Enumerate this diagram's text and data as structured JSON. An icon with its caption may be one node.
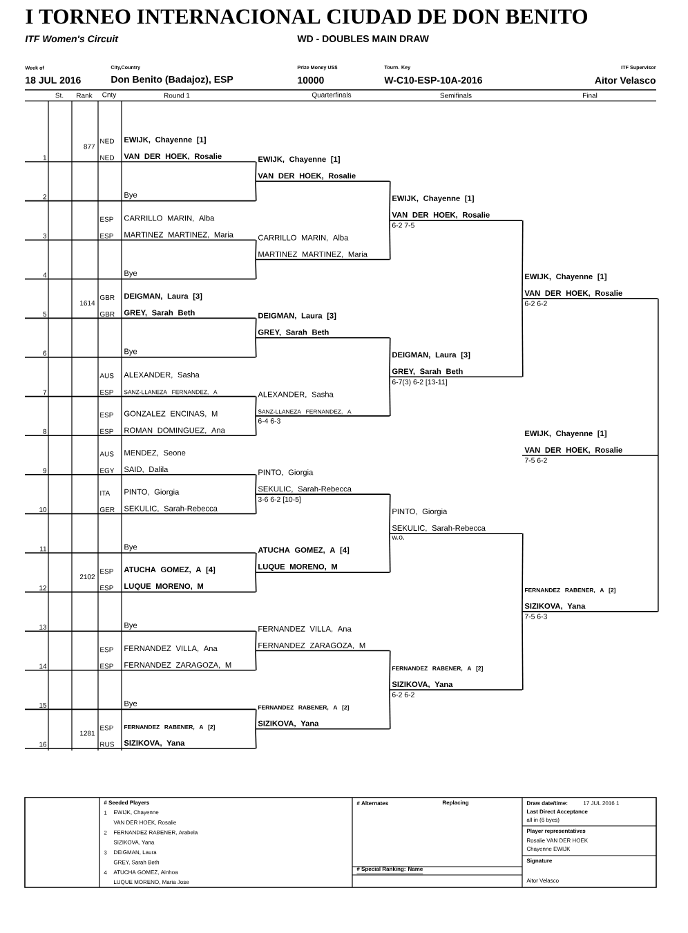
{
  "diagram": {
    "title": "I TORNEO INTERNACIONAL CIUDAD DE DON BENITO",
    "nodes": [
      {
        "text": [
          "EWIJK, Chayenne [1]",
          "VAN DER HOEK, Rosalie"
        ],
        "beside": [
          "877",
          "NED",
          "NED"
        ]
      },
      {
        "text": [
          "Bye"
        ]
      },
      {
        "text": [
          "CARRILLO MARIN, Alba",
          "MARTINEZ MARTINEZ, Maria"
        ],
        "beside": [
          "ESP",
          "ESP"
        ]
      },
      {
        "text": [
          "Bye"
        ]
      },
      {
        "text": [
          "DEIGMAN, Laura [3]",
          "GREY, Sarah Beth"
        ],
        "beside": [
          "1614",
          "GBR",
          "GBR"
        ]
      },
      {
        "text": [
          "Bye"
        ]
      },
      {
        "text": [
          "ALEXANDER, Sasha",
          "SANZ-LLANEZA FERNANDEZ, A"
        ],
        "beside": [
          "AUS",
          "ESP"
        ]
      },
      {
        "text": [
          "GONZALEZ ENCINAS, M",
          "ROMAN DOMINGUEZ, Ana"
        ],
        "beside": [
          "ESP",
          "ESP"
        ]
      },
      {
        "text": [
          "MENDEZ, Seone",
          "SAID, Dalila"
        ],
        "beside": [
          "AUS",
          "EGY"
        ]
      },
      {
        "text": [
          "PINTO, Giorgia",
          "SEKULIC, Sarah-Rebecca"
        ],
        "beside": [
          "ITA",
          "GER"
        ]
      },
      {
        "text": [
          "Bye"
        ]
      },
      {
        "text": [
          "ATUCHA GOMEZ, A [4]",
          "LUQUE MORENO, M"
        ],
        "beside": [
          "2102",
          "ESP",
          "ESP"
        ]
      },
      {
        "text": [
          "Bye"
        ]
      },
      {
        "text": [
          "FERNANDEZ VILLA, Ana",
          "FERNANDEZ ZARAGOZA, M"
        ],
        "beside": [
          "ESP",
          "ESP"
        ]
      },
      {
        "text": [
          "Bye"
        ]
      },
      {
        "text": [
          "FERNANDEZ RABENER, A [2]",
          "SIZIKOVA, Yana"
        ],
        "beside": [
          "1281",
          "ESP",
          "RUS"
        ]
      },
      {
        "text": [
          "EWIJK, Chayenne [1]",
          "VAN DER HOEK, Rosalie"
        ]
      },
      {
        "text": [
          "CARRILLO MARIN, Alba",
          "MARTINEZ MARTINEZ, Maria"
        ]
      },
      {
        "text": [
          "DEIGMAN, Laura [3]",
          "GREY, Sarah Beth"
        ]
      },
      {
        "text": [
          "ALEXANDER, Sasha",
          "SANZ-LLANEZA FERNANDEZ, A"
        ],
        "beside": [
          "6-4 6-3"
        ]
      },
      {
        "text": [
          "PINTO, Giorgia",
          "SEKULIC, Sarah-Rebecca"
        ],
        "beside": [
          "3-6 6-2 [10-5]"
        ]
      },
      {
        "text": [
          "ATUCHA GOMEZ, A [4]",
          "LUQUE MORENO, M"
        ]
      },
      {
        "text": [
          "FERNANDEZ VILLA, Ana",
          "FERNANDEZ ZARAGOZA, M"
        ]
      },
      {
        "text": [
          "FERNANDEZ RABENER, A [2]",
          "SIZIKOVA, Yana"
        ]
      },
      {
        "text": [
          "EWIJK, Chayenne [1]",
          "VAN DER HOEK, Rosalie"
        ],
        "beside": [
          "6-2 7-5"
        ]
      },
      {
        "text": [
          "DEIGMAN, Laura [3]",
          "GREY, Sarah Beth"
        ],
        "beside": [
          "6-7(3) 6-2 [13-11]"
        ]
      },
      {
        "text": [
          "PINTO, Giorgia",
          "SEKULIC, Sarah-Rebecca"
        ],
        "beside": [
          "w.o."
        ]
      },
      {
        "text": [
          "FERNANDEZ RABENER, A [2]",
          "SIZIKOVA, Yana"
        ],
        "beside": [
          "6-2 6-2"
        ]
      },
      {
        "text": [
          "EWIJK, Chayenne [1]",
          "VAN DER HOEK, Rosalie"
        ],
        "beside": [
          "6-2 6-2"
        ]
      },
      {
        "text": [
          "FERNANDEZ RABENER, A [2]",
          "SIZIKOVA, Yana"
        ],
        "beside": [
          "7-5 6-3"
        ]
      },
      {
        "text": [
          "EWIJK, Chayenne [1]",
          "VAN DER HOEK, Rosalie"
        ],
        "beside": [
          "7-5 6-2"
        ]
      }
    ],
    "edges": [
      {
        "from": 0,
        "to": 16,
        "arrow": "none"
      },
      {
        "from": 1,
        "to": 16,
        "arrow": "none"
      },
      {
        "from": 2,
        "to": 17,
        "arrow": "none"
      },
      {
        "from": 3,
        "to": 17,
        "arrow": "none"
      },
      {
        "from": 4,
        "to": 18,
        "arrow": "none"
      },
      {
        "from": 5,
        "to": 18,
        "arrow": "none"
      },
      {
        "from": 6,
        "to": 19,
        "arrow": "none"
      },
      {
        "from": 7,
        "to": 19,
        "arrow": "none"
      },
      {
        "from": 8,
        "to": 20,
        "arrow": "none"
      },
      {
        "from": 9,
        "to": 20,
        "arrow": "none"
      },
      {
        "from": 10,
        "to": 21,
        "arrow": "none"
      },
      {
        "from": 11,
        "to": 21,
        "arrow": "none"
      },
      {
        "from": 12,
        "to": 22,
        "arrow": "none"
      },
      {
        "from": 13,
        "to": 22,
        "arrow": "none"
      },
      {
        "from": 14,
        "to": 23,
        "arrow": "none"
      },
      {
        "from": 15,
        "to": 23,
        "arrow": "none"
      },
      {
        "from": 16,
        "to": 24,
        "arrow": "none"
      },
      {
        "from": 17,
        "to": 24,
        "arrow": "none"
      },
      {
        "from": 18,
        "to": 25,
        "arrow": "none"
      },
      {
        "from": 19,
        "to": 25,
        "arrow": "none"
      },
      {
        "from": 20,
        "to": 26,
        "arrow": "none"
      },
      {
        "from": 21,
        "to": 26,
        "arrow": "none"
      },
      {
        "from": 22,
        "to": 27,
        "arrow": "none"
      },
      {
        "from": 23,
        "to": 27,
        "arrow": "none"
      },
      {
        "from": 24,
        "to": 28,
        "arrow": "none"
      },
      {
        "from": 25,
        "to": 28,
        "arrow": "none"
      },
      {
        "from": 26,
        "to": 29,
        "arrow": "none"
      },
      {
        "from": 27,
        "to": 29,
        "arrow": "none"
      },
      {
        "from": 28,
        "to": 30,
        "arrow": "none"
      },
      {
        "from": 29,
        "to": 30,
        "arrow": "none"
      }
    ],
    "labels": [
      "ITF Women's Circuit",
      "WD - DOUBLES MAIN DRAW",
      "Week of",
      "18 JUL 2016",
      "City,Country",
      "Don Benito (Badajoz), ESP",
      "Prize Money US$",
      "10000",
      "Tourn. Key",
      "W-C10-ESP-10A-2016",
      "ITF Supervisor",
      "Aitor Velasco",
      "St.",
      "Rank",
      "Cnty",
      "Round 1",
      "Quarterfinals",
      "Semifinals",
      "Final",
      "1",
      "2",
      "3",
      "4",
      "5",
      "6",
      "7",
      "8",
      "9",
      "10",
      "11",
      "12",
      "13",
      "14",
      "15",
      "16",
      "# Seeded Players",
      "1",
      "EWIJK, Chayenne",
      "VAN DER HOEK, Rosalie",
      "2",
      "FERNANDEZ RABENER, Arabela",
      "SIZIKOVA, Yana",
      "3",
      "DEIGMAN, Laura",
      "GREY, Sarah Beth",
      "4",
      "ATUCHA GOMEZ, Ainhoa",
      "LUQUE MORENO, Maria Jose",
      "# Alternates",
      "Replacing",
      "# Special Ranking: Name",
      "Draw date/time:",
      "17 JUL 2016 1",
      "Last Direct Acceptance",
      "all in (6 byes)",
      "Player representatives",
      "Rosalie VAN DER HOEK",
      "Chayenne EWIJK",
      "Signature",
      "Aitor Velasco"
    ]
  }
}
